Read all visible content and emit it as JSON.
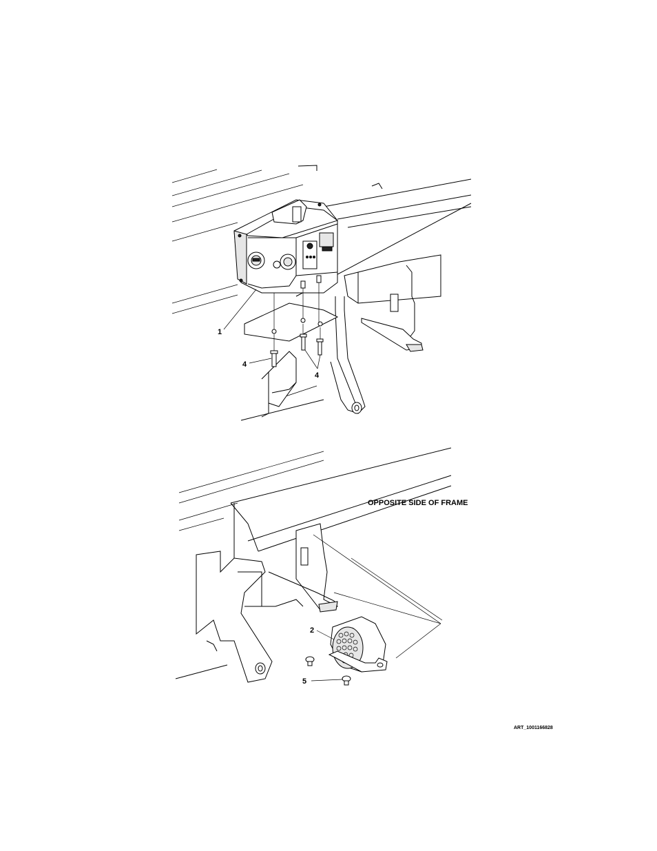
{
  "callouts": {
    "item_1": "1",
    "item_2": "2",
    "item_4a": "4",
    "item_4b": "4",
    "item_5": "5"
  },
  "view_label": "OPPOSITE SIDE OF FRAME",
  "art_id": "ART_1001166828"
}
